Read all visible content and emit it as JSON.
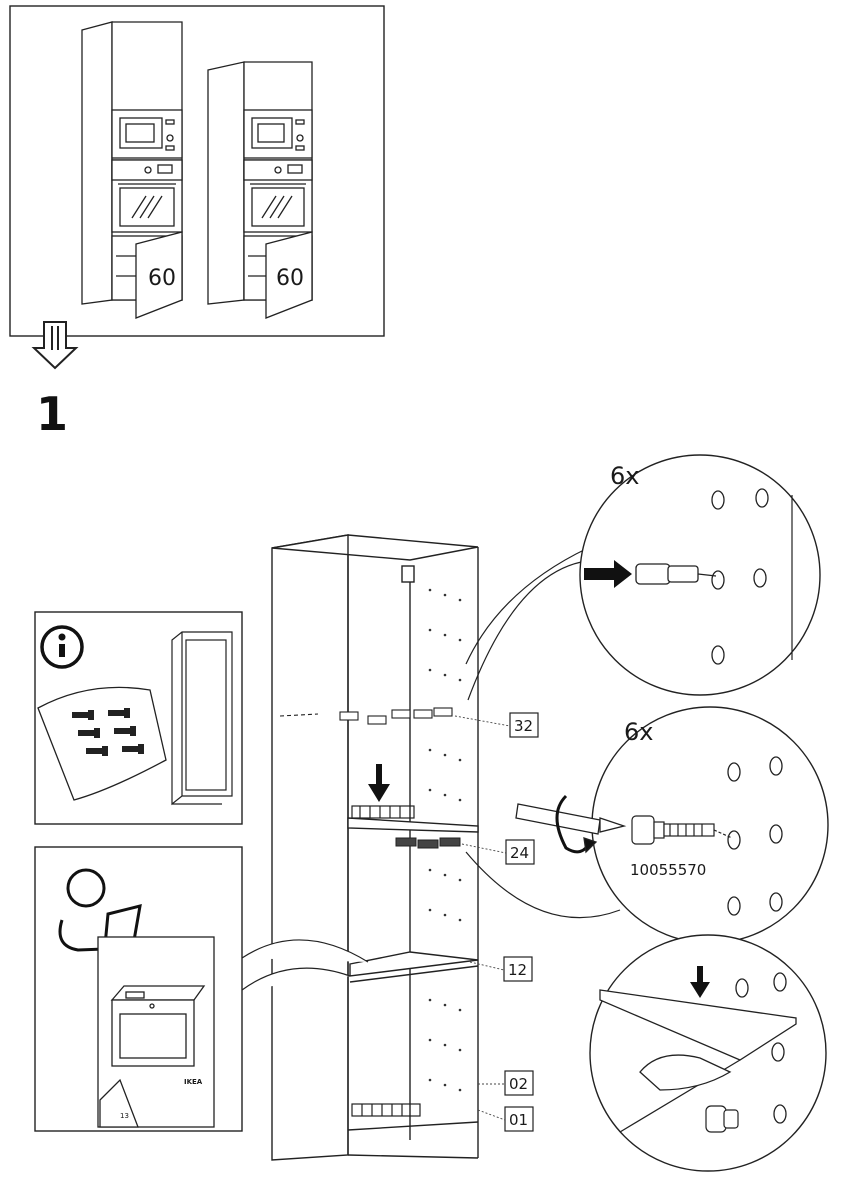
{
  "overview": {
    "cabinet_left_label": "60",
    "cabinet_right_label": "60"
  },
  "step": {
    "number": "1"
  },
  "info_panel": {
    "icon": "info-icon"
  },
  "manual_panel": {
    "icon": "read-manual-icon",
    "page_number": "13",
    "brand": "IKEA"
  },
  "callouts": [
    {
      "id": "32"
    },
    {
      "id": "24"
    },
    {
      "id": "12"
    },
    {
      "id": "02"
    },
    {
      "id": "01"
    }
  ],
  "detail_pins": {
    "quantity": "6x"
  },
  "detail_screws": {
    "quantity": "6x",
    "part_number": "10055570"
  }
}
